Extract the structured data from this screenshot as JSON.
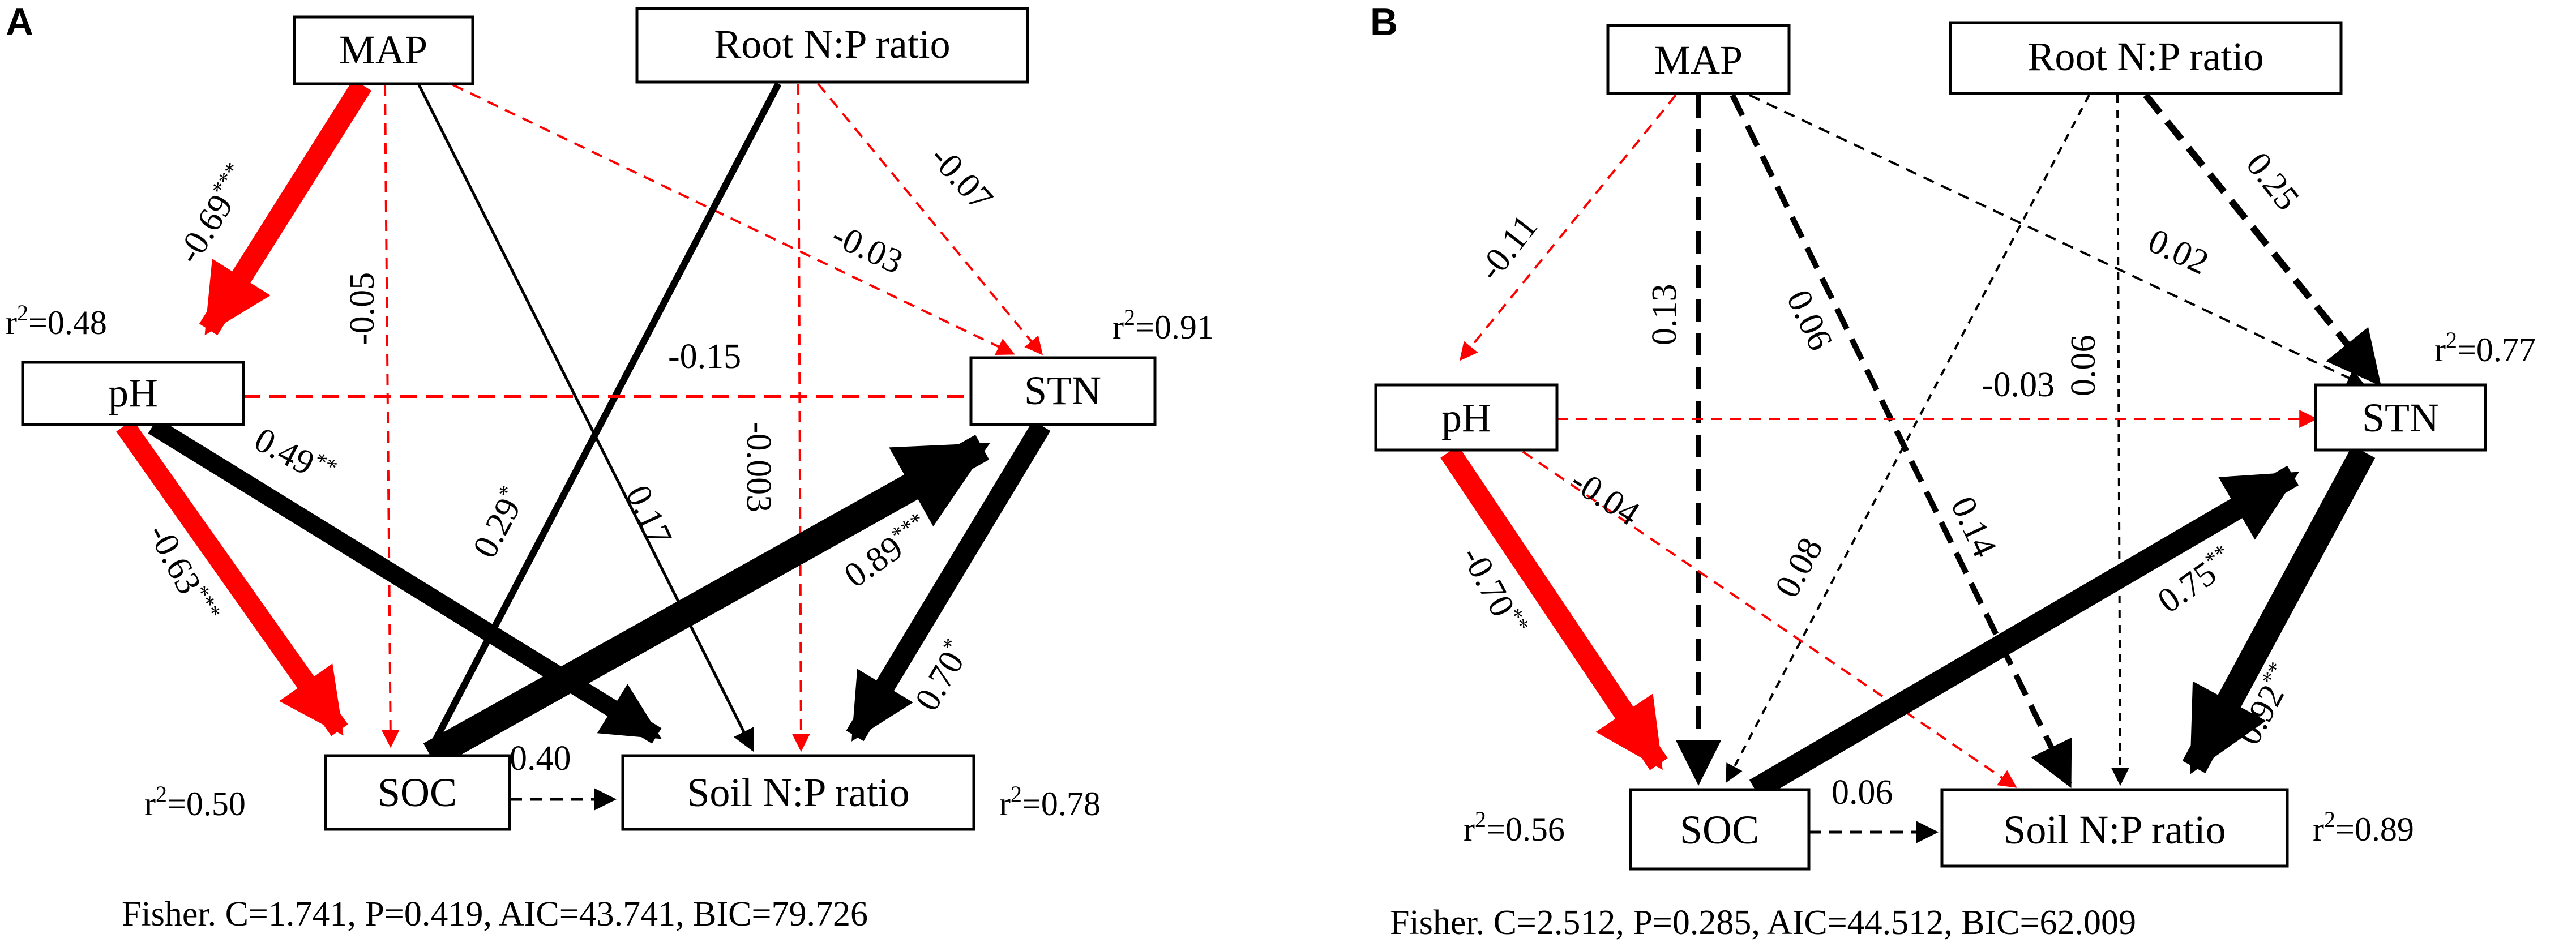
{
  "colors": {
    "positive": "#000000",
    "negative": "#ff0000",
    "dashed_red": "#e8261f"
  },
  "panels": [
    {
      "letter": "A",
      "nodes": {
        "map": "MAP",
        "root": "Root N:P ratio",
        "ph": "pH",
        "stn": "STN",
        "soc": "SOC",
        "soil": "Soil N:P ratio"
      },
      "r2": {
        "ph": "0.48",
        "stn": "0.91",
        "soc": "0.50",
        "soil": "0.78"
      },
      "paths": [
        {
          "from": "map",
          "to": "ph",
          "label": "-0.69",
          "stars": "***",
          "color": "negative",
          "style": "solid",
          "weight": 3
        },
        {
          "from": "map",
          "to": "soc",
          "label": "-0.05",
          "stars": "",
          "color": "negative",
          "style": "dashed",
          "weight": 0.5
        },
        {
          "from": "map",
          "to": "soil",
          "label": "0.17",
          "stars": "",
          "color": "positive",
          "style": "solid",
          "weight": 0.5
        },
        {
          "from": "map",
          "to": "stn",
          "label": "-0.03",
          "stars": "",
          "color": "negative",
          "style": "dashed",
          "weight": 0.5
        },
        {
          "from": "root",
          "to": "soc",
          "label": "0.29",
          "stars": "*",
          "color": "positive",
          "style": "solid",
          "weight": 1.2
        },
        {
          "from": "root",
          "to": "soil",
          "label": "-0.003",
          "stars": "",
          "color": "negative",
          "style": "dashed",
          "weight": 0.5
        },
        {
          "from": "root",
          "to": "stn",
          "label": "-0.07",
          "stars": "",
          "color": "negative",
          "style": "dashed",
          "weight": 0.5
        },
        {
          "from": "ph",
          "to": "stn",
          "label": "-0.15",
          "stars": "",
          "color": "negative",
          "style": "dashed",
          "weight": 0.8
        },
        {
          "from": "ph",
          "to": "soil",
          "label": "0.49",
          "stars": "**",
          "color": "positive",
          "style": "solid",
          "weight": 2.5
        },
        {
          "from": "ph",
          "to": "soc",
          "label": "-0.63",
          "stars": "***",
          "color": "negative",
          "style": "solid",
          "weight": 3
        },
        {
          "from": "soc",
          "to": "stn",
          "label": "0.89",
          "stars": "***",
          "color": "positive",
          "style": "solid",
          "weight": 4
        },
        {
          "from": "stn",
          "to": "soil",
          "label": "0.70",
          "stars": "*",
          "color": "positive",
          "style": "solid",
          "weight": 3
        },
        {
          "from": "soc",
          "to": "soil",
          "label": "0.40",
          "stars": "",
          "color": "positive",
          "style": "dashed",
          "weight": 0.8
        }
      ],
      "fisher": "Fisher. C=1.741, P=0.419, AIC=43.741, BIC=79.726"
    },
    {
      "letter": "B",
      "nodes": {
        "map": "MAP",
        "root": "Root N:P ratio",
        "ph": "pH",
        "stn": "STN",
        "soc": "SOC",
        "soil": "Soil N:P ratio"
      },
      "r2": {
        "stn": "0.77",
        "soc": "0.56",
        "soil": "0.89"
      },
      "paths": [
        {
          "from": "map",
          "to": "ph",
          "label": "-0.11",
          "stars": "",
          "color": "negative",
          "style": "dashed",
          "weight": 0.5
        },
        {
          "from": "map",
          "to": "soc",
          "label": "0.13",
          "stars": "",
          "color": "positive",
          "style": "dashed",
          "weight": 1.2
        },
        {
          "from": "map",
          "to": "soil",
          "label": "0.06",
          "stars": "",
          "color": "positive",
          "style": "dashed",
          "weight": 1.2
        },
        {
          "from": "map",
          "to": "stn",
          "label": "0.02",
          "stars": "",
          "color": "positive",
          "style": "dashed",
          "weight": 0.5
        },
        {
          "from": "root",
          "to": "soc",
          "label": "0.08",
          "stars": "",
          "color": "positive",
          "style": "dashed",
          "weight": 0.5
        },
        {
          "from": "root",
          "to": "soil",
          "label": "0.06",
          "stars": "",
          "color": "positive",
          "style": "dashed",
          "weight": 0.5
        },
        {
          "from": "root",
          "to": "stn",
          "label": "0.25",
          "stars": "",
          "color": "positive",
          "style": "dashed",
          "weight": 1.5
        },
        {
          "from": "ph",
          "to": "stn",
          "label": "-0.03",
          "stars": "",
          "color": "negative",
          "style": "dashed",
          "weight": 0.5
        },
        {
          "from": "ph",
          "to": "soil",
          "label": "-0.04",
          "stars": "",
          "color": "negative",
          "style": "dashed",
          "weight": 0.5
        },
        {
          "from": "ph",
          "to": "soc",
          "label": "-0.70",
          "stars": "**",
          "color": "negative",
          "style": "solid",
          "weight": 3
        },
        {
          "from": "soc",
          "to": "stn",
          "label": "0.75",
          "stars": "**",
          "color": "positive",
          "style": "solid",
          "weight": 3.5
        },
        {
          "from": "stn",
          "to": "soil",
          "label": "0.92",
          "stars": "**",
          "color": "positive",
          "style": "solid",
          "weight": 4
        },
        {
          "from": "map",
          "to": "soil",
          "label": "0.14",
          "stars": "",
          "color": "positive",
          "style": "dashed",
          "weight": 1.2
        },
        {
          "from": "soc",
          "to": "soil",
          "label": "0.06",
          "stars": "",
          "color": "positive",
          "style": "dashed",
          "weight": 0.8
        }
      ],
      "fisher": "Fisher. C=2.512, P=0.285, AIC=44.512,  BIC=62.009"
    }
  ]
}
